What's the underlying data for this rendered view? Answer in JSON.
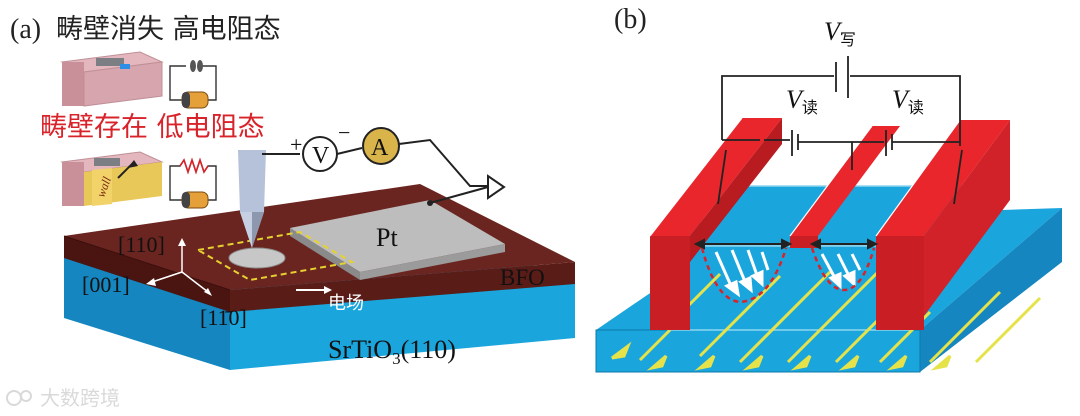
{
  "panel_a": {
    "label": "(a)",
    "state_off": "畴壁消失 高电阻态",
    "state_on": "畴壁存在 低电阻态",
    "wall_label": "wall",
    "plus_sign": "+",
    "minus_sign": "−",
    "voltmeter": "V",
    "ammeter": "A",
    "electrode_label": "Pt",
    "film_label": "BFO",
    "substrate_prefix": "SrTiO",
    "substrate_sub": "3",
    "substrate_suffix": "(110)",
    "axis_110": "[110]",
    "axis_001": "[001]",
    "axis_1m10": "[11̄0]",
    "field_label": "电场",
    "colors": {
      "text_red": "#d9232a",
      "bfo_top": "#5a1c17",
      "bfo_side": "#4a1410",
      "sto_top": "#1aa6dd",
      "sto_side": "#1586bf",
      "pt": "#b9b9b9",
      "meter_gold": "#d9b44a"
    }
  },
  "panel_b": {
    "label": "(b)",
    "v_write_main": "V",
    "v_write_sub": "写",
    "v_read_main": "V",
    "v_read_sub": "读",
    "colors": {
      "electrode_red": "#e8262c",
      "substrate_blue": "#1aa6dd",
      "arrow_yellow": "#e6e34a",
      "wall_dash": "#d9232a"
    }
  },
  "watermark": "大数跨境"
}
